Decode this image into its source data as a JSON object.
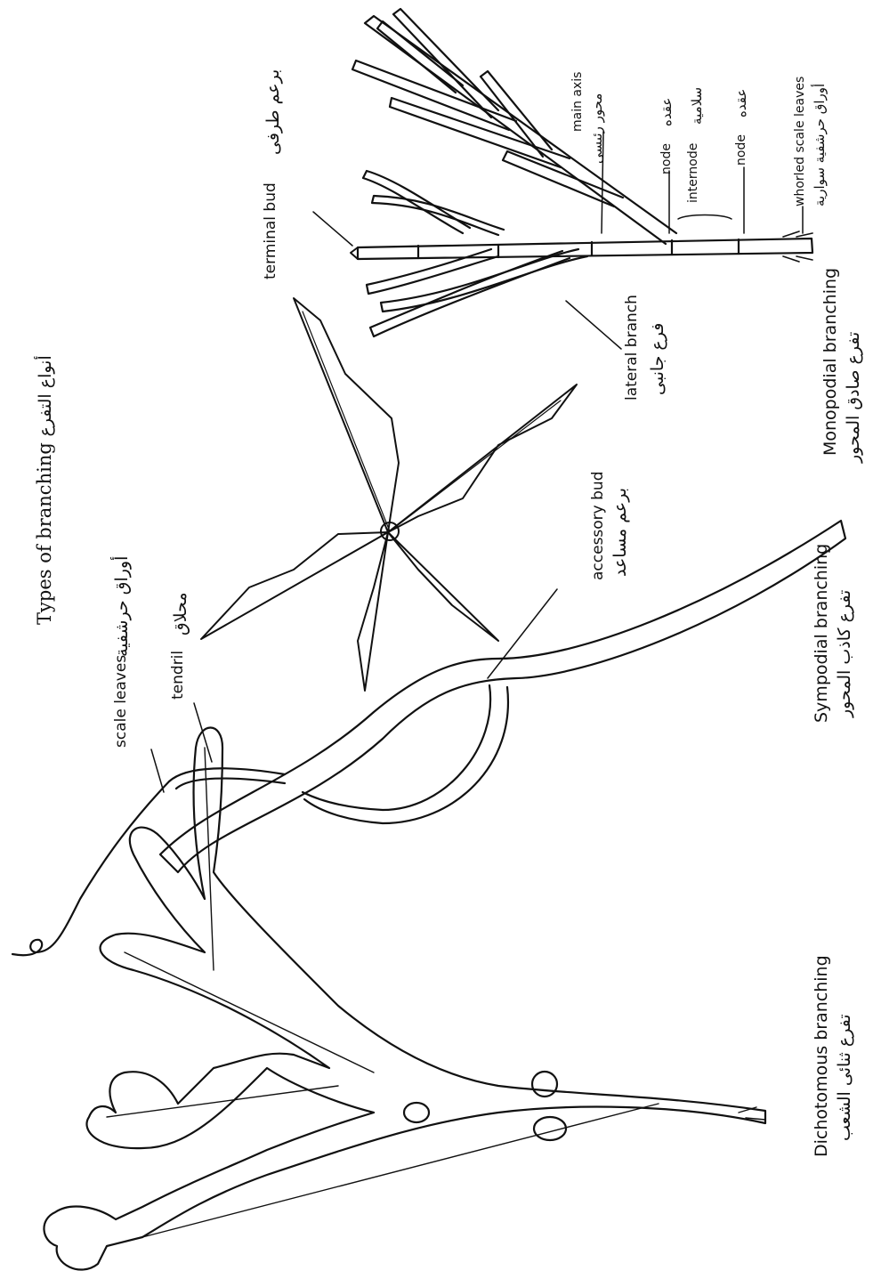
{
  "title": {
    "en": "Types of branching",
    "ar": "أنواع التفرع"
  },
  "sections": {
    "dichotomous": {
      "en": "Dichotomous branching",
      "ar": "تفرع ثنائى الشعب"
    },
    "sympodial": {
      "en": "Sympodial branching",
      "ar": "تفرع كاذب المحور"
    },
    "monopodial": {
      "en": "Monopodial branching",
      "ar": "تفرع صادق المحور"
    }
  },
  "labels": {
    "scale_leaves": {
      "en": "scale leaves",
      "ar": "أوراق حرشفية"
    },
    "tendril": {
      "en": "tendril",
      "ar": "محلاق"
    },
    "accessory_bud": {
      "en": "accessory bud",
      "ar": "برعم مساعد"
    },
    "terminal_bud": {
      "en": "terminal bud",
      "ar": "برعم طرفى"
    },
    "lateral_branch": {
      "en": "lateral branch",
      "ar": "فرع جانبى"
    },
    "main_axis": {
      "en": "main axis",
      "ar": "محور رئيسى"
    },
    "node1": {
      "en": "node",
      "ar": "عقده"
    },
    "internode": {
      "en": "internode",
      "ar": "سلامية"
    },
    "node2": {
      "en": "node",
      "ar": "عقده"
    },
    "whorled_scale_leaves": {
      "en": "whorled scale leaves",
      "ar": "أوراق حرشفية سوارية"
    }
  }
}
